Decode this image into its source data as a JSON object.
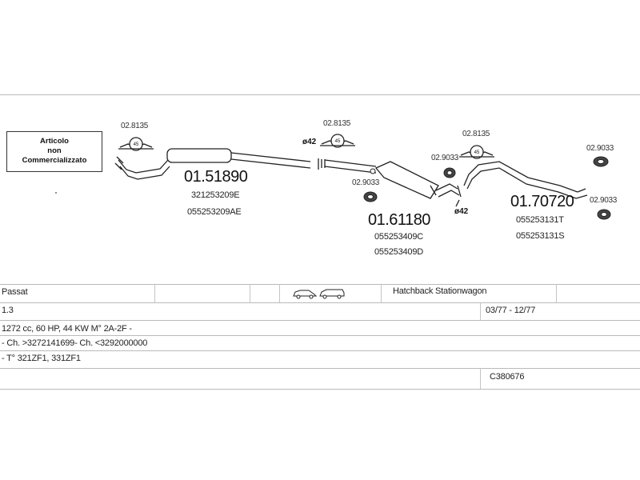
{
  "notice": {
    "line1": "Articolo",
    "line2": "non",
    "line3": "Commercializzato"
  },
  "diameter_label": "ø42",
  "parts": {
    "clamp_1": "02.8135",
    "clamp_2": "02.8135",
    "clamp_3": "02.8135",
    "hanger_1": "02.9033",
    "hanger_2": "02.9033",
    "hanger_3": "02.9033",
    "hanger_4": "02.9033",
    "front": {
      "number": "01.51890",
      "ref1": "321253209E",
      "ref2": "055253209AE"
    },
    "middle": {
      "number": "01.61180",
      "ref1": "055253409C",
      "ref2": "055253409D"
    },
    "rear": {
      "number": "01.70720",
      "ref1": "055253131T",
      "ref2": "055253131S"
    }
  },
  "table": {
    "model": "Passat",
    "body_types": "Hatchback Stationwagon",
    "engine": "1.3",
    "period": "03/77 - 12/77",
    "spec": "1272 cc, 60 HP, 44 KW M° 2A-2F -",
    "chassis": "- Ch. >3272141699- Ch. <3292000000",
    "type": "- T° 321ZF1, 331ZF1",
    "code": "C380676"
  },
  "colors": {
    "line": "#b9b9b9",
    "part_outline": "#222222",
    "text": "#222222"
  }
}
